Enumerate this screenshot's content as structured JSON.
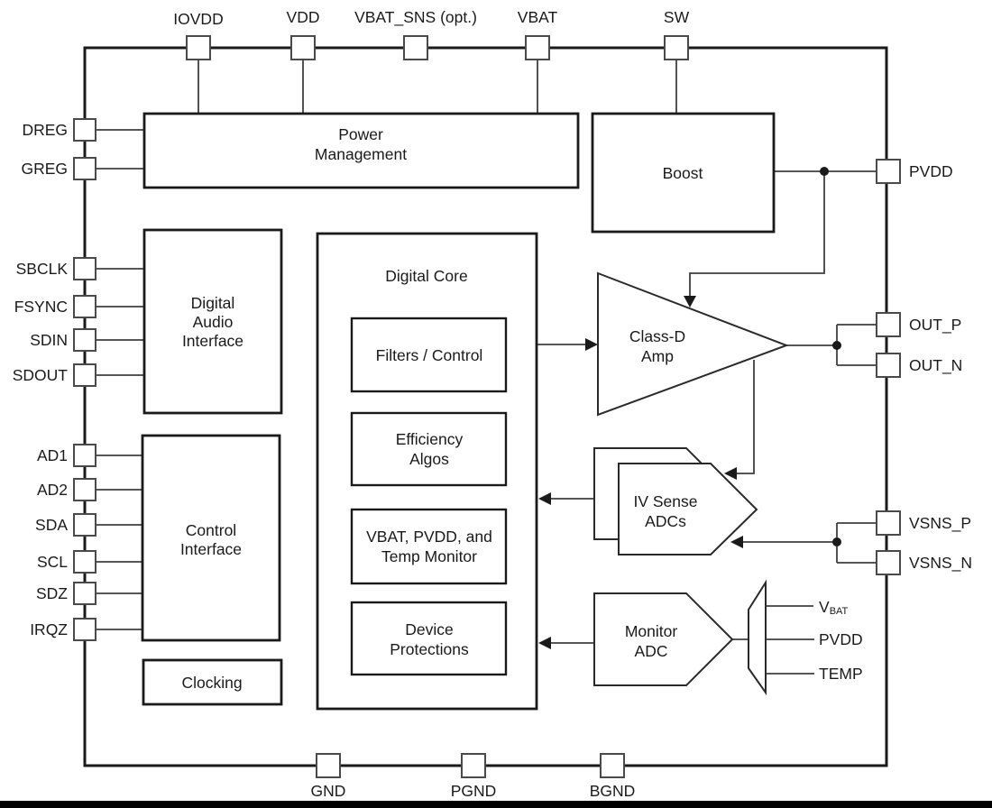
{
  "pins": {
    "top": [
      {
        "label": "IOVDD"
      },
      {
        "label": "VDD"
      },
      {
        "label": "VBAT_SNS (opt.)"
      },
      {
        "label": "VBAT"
      },
      {
        "label": "SW"
      }
    ],
    "left": [
      {
        "label": "DREG"
      },
      {
        "label": "GREG"
      },
      {
        "label": "SBCLK"
      },
      {
        "label": "FSYNC"
      },
      {
        "label": "SDIN"
      },
      {
        "label": "SDOUT"
      },
      {
        "label": "AD1"
      },
      {
        "label": "AD2"
      },
      {
        "label": "SDA"
      },
      {
        "label": "SCL"
      },
      {
        "label": "SDZ"
      },
      {
        "label": "IRQZ"
      }
    ],
    "right": [
      {
        "label": "PVDD"
      },
      {
        "label": "OUT_P"
      },
      {
        "label": "OUT_N"
      },
      {
        "label": "VSNS_P"
      },
      {
        "label": "VSNS_N"
      }
    ],
    "bottom": [
      {
        "label": "GND"
      },
      {
        "label": "PGND"
      },
      {
        "label": "BGND"
      }
    ]
  },
  "blocks": {
    "power_management": {
      "lines": [
        "Power",
        "Management"
      ]
    },
    "boost": {
      "label": "Boost"
    },
    "digital_audio_interface": {
      "lines": [
        "Digital",
        "Audio",
        "Interface"
      ]
    },
    "control_interface": {
      "lines": [
        "Control",
        "Interface"
      ]
    },
    "clocking": {
      "label": "Clocking"
    },
    "digital_core": {
      "title": "Digital Core"
    },
    "filters_control": {
      "lines": [
        "Filters / Control"
      ]
    },
    "efficiency_algos": {
      "lines": [
        "Efficiency",
        "Algos"
      ]
    },
    "vbat_pvdd_temp_monitor": {
      "lines": [
        "VBAT, PVDD, and",
        "Temp Monitor"
      ]
    },
    "device_protections": {
      "lines": [
        "Device",
        "Protections"
      ]
    },
    "class_d_amp": {
      "lines": [
        "Class-D",
        "Amp"
      ]
    },
    "iv_sense_adcs": {
      "lines": [
        "IV Sense",
        "ADCs"
      ]
    },
    "monitor_adc": {
      "lines": [
        "Monitor",
        "ADC"
      ]
    }
  },
  "monitor_outputs": [
    {
      "base": "V",
      "subscript": "BAT"
    },
    {
      "base": "PVDD",
      "subscript": ""
    },
    {
      "base": "TEMP",
      "subscript": ""
    }
  ],
  "colors": {
    "background": "#ffffff",
    "block_outline": "#1a1a1a",
    "wire": "#3f3f3f",
    "text": "#1a1a1a",
    "bottom_bar": "#000000"
  }
}
